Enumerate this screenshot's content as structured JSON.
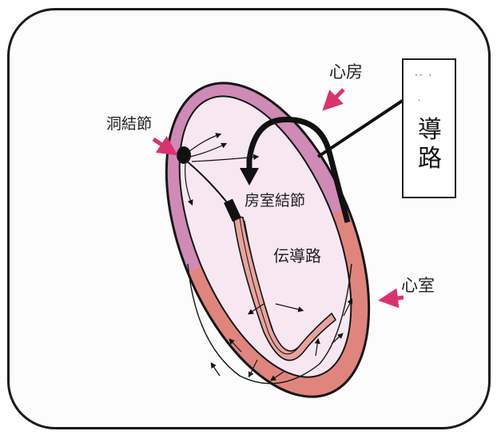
{
  "labels": {
    "sinus_node": "洞結節",
    "atrium": "心房",
    "av_node": "房室結節",
    "conduction_path_inner": "伝導路",
    "ventricle": "心室"
  },
  "callout": {
    "small_text": "·· ·",
    "dots": "·",
    "text": "導路"
  },
  "colors": {
    "atrium_fill": "#cf8ab6",
    "ventricle_fill": "#e0857e",
    "chamber_fill": "#f6e7f1",
    "indicator_arrow": "#d9336e"
  }
}
